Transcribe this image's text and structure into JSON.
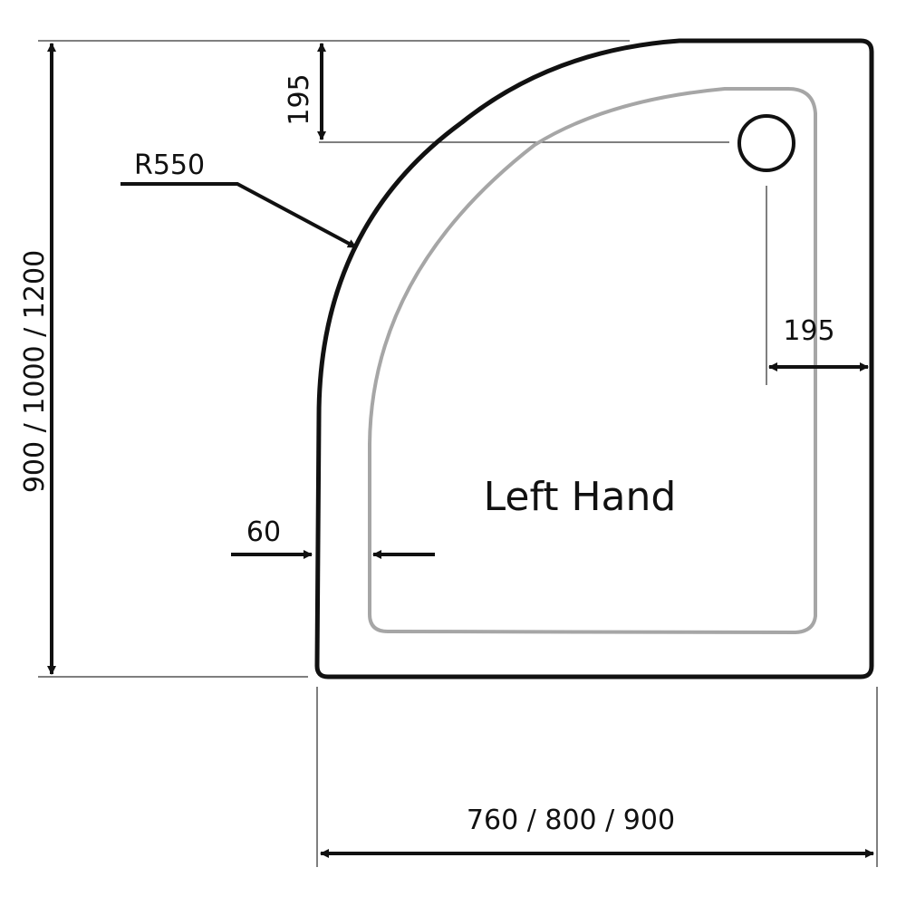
{
  "colors": {
    "outline": "#111111",
    "inner": "#a6a6a6",
    "extension": "#555555",
    "background": "#ffffff"
  },
  "labels": {
    "center": "Left Hand",
    "radius": "R550",
    "height": "900 / 1000 / 1200",
    "width": "760 / 800 / 900",
    "waste_top_offset": "195",
    "waste_side_offset": "195",
    "rim_width": "60"
  }
}
